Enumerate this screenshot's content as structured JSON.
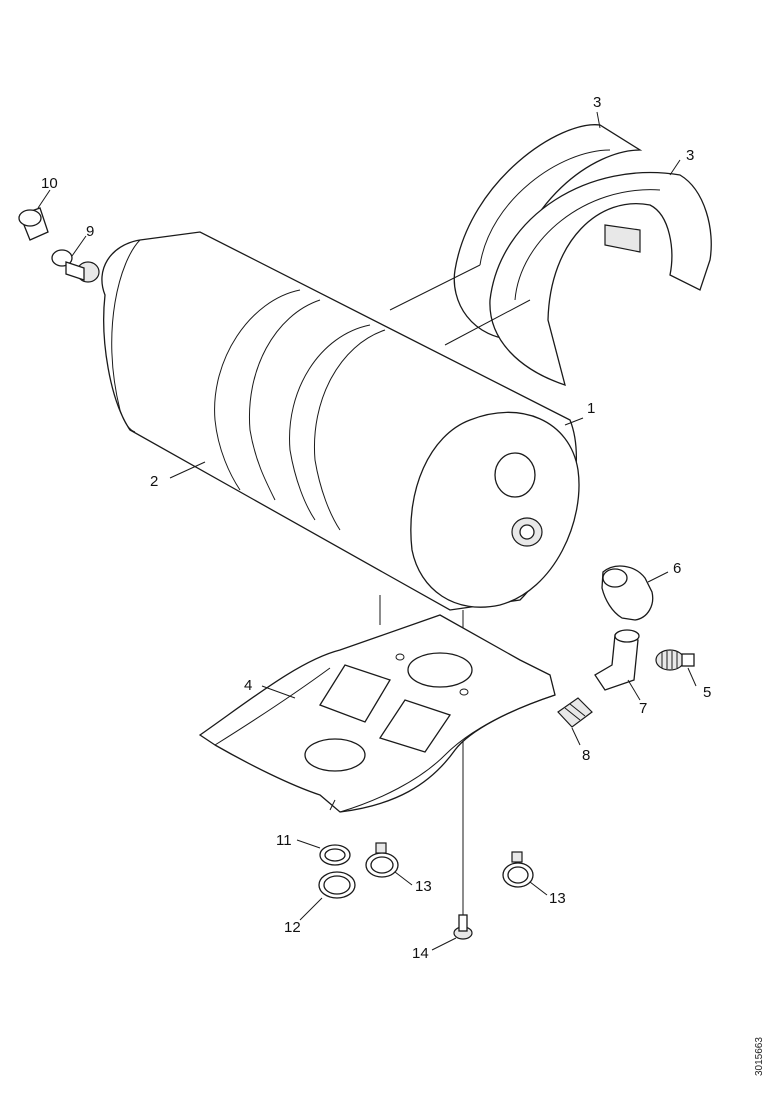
{
  "callouts": {
    "c1": "1",
    "c2": "2",
    "c3a": "3",
    "c3b": "3",
    "c4": "4",
    "c5": "5",
    "c6": "6",
    "c7": "7",
    "c8": "8",
    "c9": "9",
    "c10": "10",
    "c11": "11",
    "c12": "12",
    "c13a": "13",
    "c13b": "13",
    "c14": "14"
  },
  "document_id": "3015663"
}
